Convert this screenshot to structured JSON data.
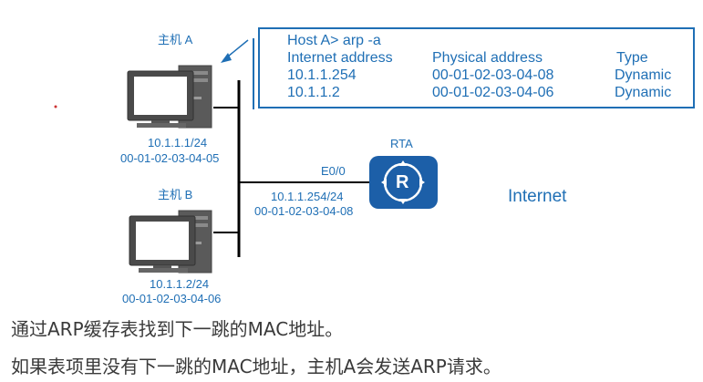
{
  "host_a": {
    "name": "主机 A",
    "ip": "10.1.1.1/24",
    "mac": "00-01-02-03-04-05"
  },
  "host_b": {
    "name": "主机 B",
    "ip": "10.1.1.2/24",
    "mac": "00-01-02-03-04-06"
  },
  "router": {
    "name": "RTA",
    "interface": "E0/0",
    "ip": "10.1.1.254/24",
    "mac": "00-01-02-03-04-08",
    "icon_letter": "R"
  },
  "internet_label": "Internet",
  "arp_table": {
    "command": "Host A> arp -a",
    "headers": [
      "Internet address",
      "Physical address",
      "Type"
    ],
    "rows": [
      [
        "10.1.1.254",
        "00-01-02-03-04-08",
        "Dynamic"
      ],
      [
        "10.1.1.2",
        "00-01-02-03-04-06",
        "Dynamic"
      ]
    ]
  },
  "captions": [
    "通过ARP缓存表找到下一跳的MAC地址。",
    "如果表项里没有下一跳的MAC地址，主机A会发送ARP请求。"
  ],
  "colors": {
    "accent": "#1f6fb5",
    "router_fill": "#1c5fa8",
    "line": "#000000"
  }
}
